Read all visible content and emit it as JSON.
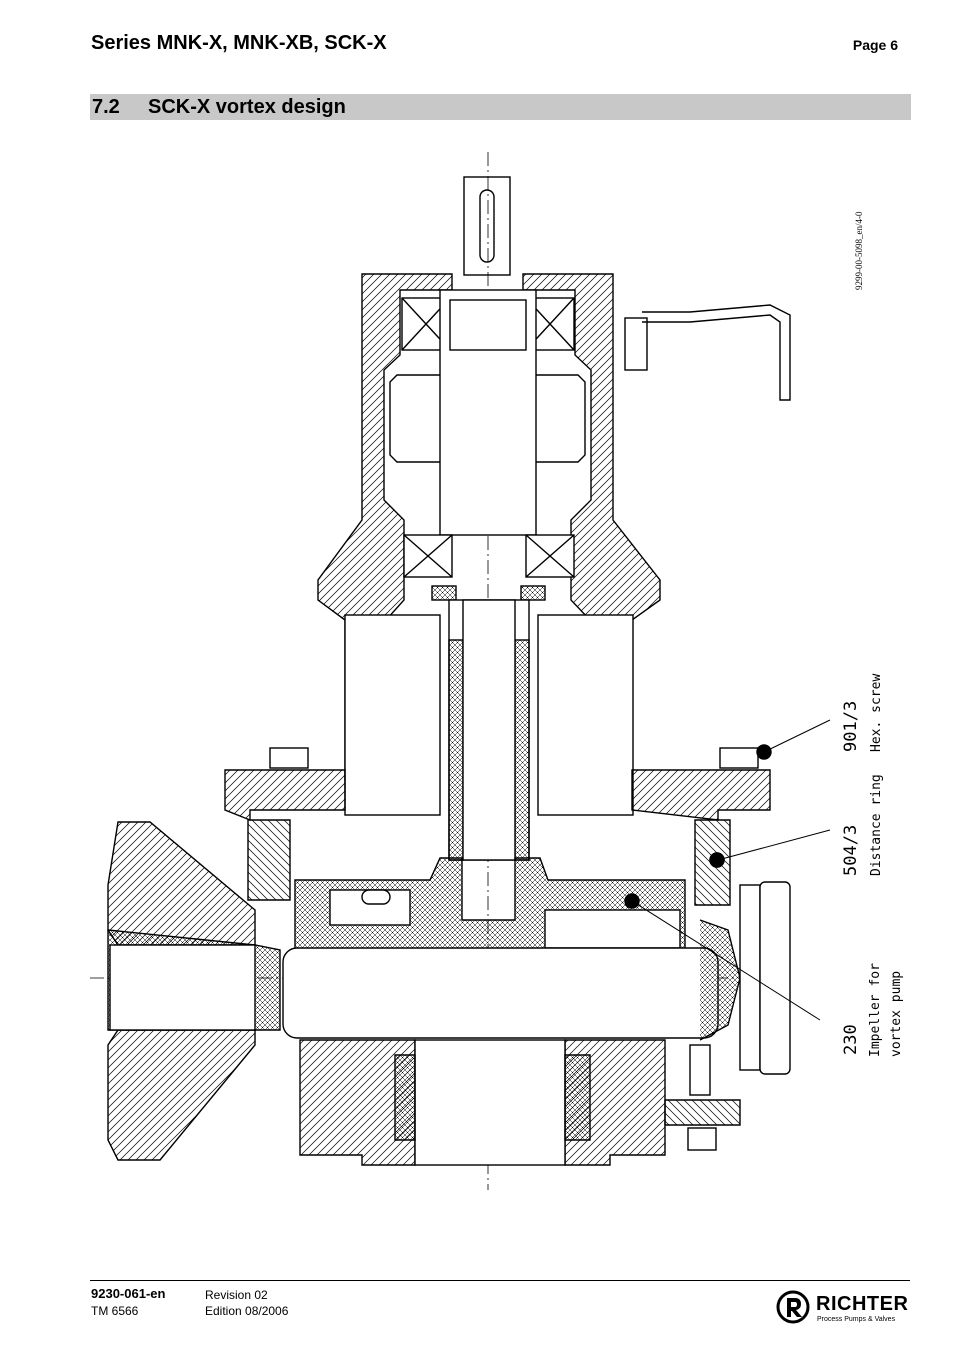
{
  "header": {
    "title": "Series MNK-X, MNK-XB, SCK-X",
    "page": "Page 6"
  },
  "section": {
    "number": "7.2",
    "title": "SCK-X vortex design"
  },
  "drawing": {
    "drawing_number": "9299-00-5098_en/4-0",
    "callouts": [
      {
        "part_number": "901/3",
        "part_name": "Hex. screw"
      },
      {
        "part_number": "504/3",
        "part_name": "Distance ring"
      },
      {
        "part_number": "230",
        "part_name": "Impeller for vortex pump"
      }
    ]
  },
  "footer": {
    "doc_number": "9230-061-en",
    "tm": "TM 6566",
    "revision": "Revision 02",
    "edition": "Edition 08/2006"
  },
  "logo": {
    "name": "RICHTER",
    "tagline": "Process Pumps & Valves"
  }
}
